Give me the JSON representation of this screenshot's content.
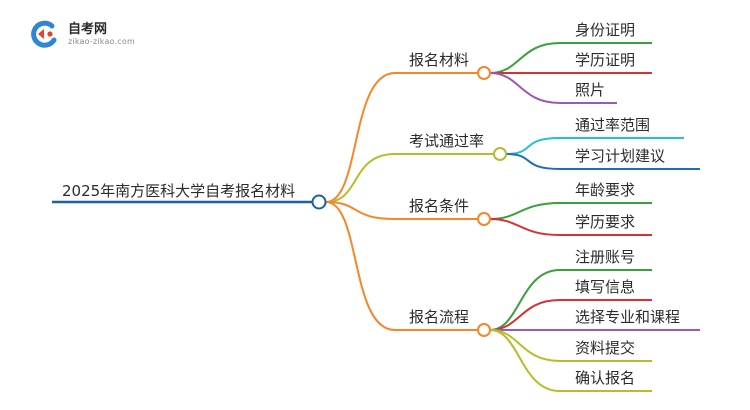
{
  "logo": {
    "title": "自考网",
    "subtitle": "zikao-zikao.com",
    "icon": "zikao-logo-icon"
  },
  "mindmap": {
    "root": "2025年南方医科大学自考报名材料",
    "branches": [
      {
        "label": "报名材料",
        "color": "#F5862A",
        "children": [
          {
            "label": "身份证明",
            "color": "#3AA03A"
          },
          {
            "label": "学历证明",
            "color": "#D93030"
          },
          {
            "label": "照片",
            "color": "#9B59B6"
          }
        ]
      },
      {
        "label": "考试通过率",
        "color": "#B5BE2A",
        "children": [
          {
            "label": "通过率范围",
            "color": "#27C1D6"
          },
          {
            "label": "学习计划建议",
            "color": "#1F6FB5"
          }
        ]
      },
      {
        "label": "报名条件",
        "color": "#F5862A",
        "children": [
          {
            "label": "年龄要求",
            "color": "#3AA03A"
          },
          {
            "label": "学历要求",
            "color": "#D93030"
          }
        ]
      },
      {
        "label": "报名流程",
        "color": "#F5862A",
        "children": [
          {
            "label": "注册账号",
            "color": "#3AA03A"
          },
          {
            "label": "填写信息",
            "color": "#D93030"
          },
          {
            "label": "选择专业和课程",
            "color": "#9B59B6"
          },
          {
            "label": "资料提交",
            "color": "#B5BE2A"
          },
          {
            "label": "确认报名",
            "color": "#B5BE2A"
          }
        ]
      }
    ]
  },
  "colors": {
    "root_line": "#1F5FA8",
    "text": "#2b2b2b"
  }
}
